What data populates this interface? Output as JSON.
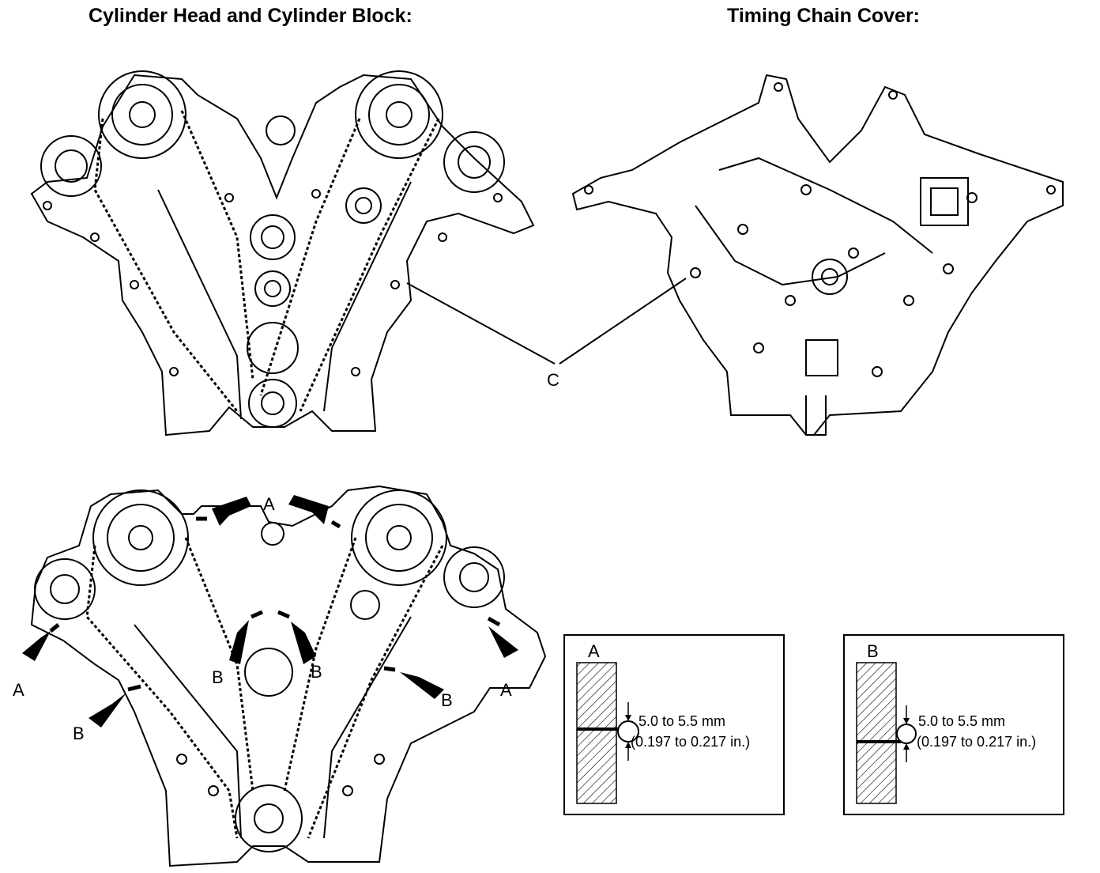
{
  "titles": {
    "left": "Cylinder Head and Cylinder Block:",
    "right": "Timing Chain Cover:"
  },
  "callouts": {
    "A": "A",
    "B": "B",
    "C": "C"
  },
  "detail_a": {
    "label": "A",
    "line1": "5.0 to 5.5 mm",
    "line2": "(0.197 to 0.217 in.)"
  },
  "detail_b": {
    "label": "B",
    "line1": "5.0 to 5.5 mm",
    "line2": "(0.197 to 0.217 in.)"
  },
  "colors": {
    "ink": "#000000",
    "paper": "#ffffff"
  }
}
